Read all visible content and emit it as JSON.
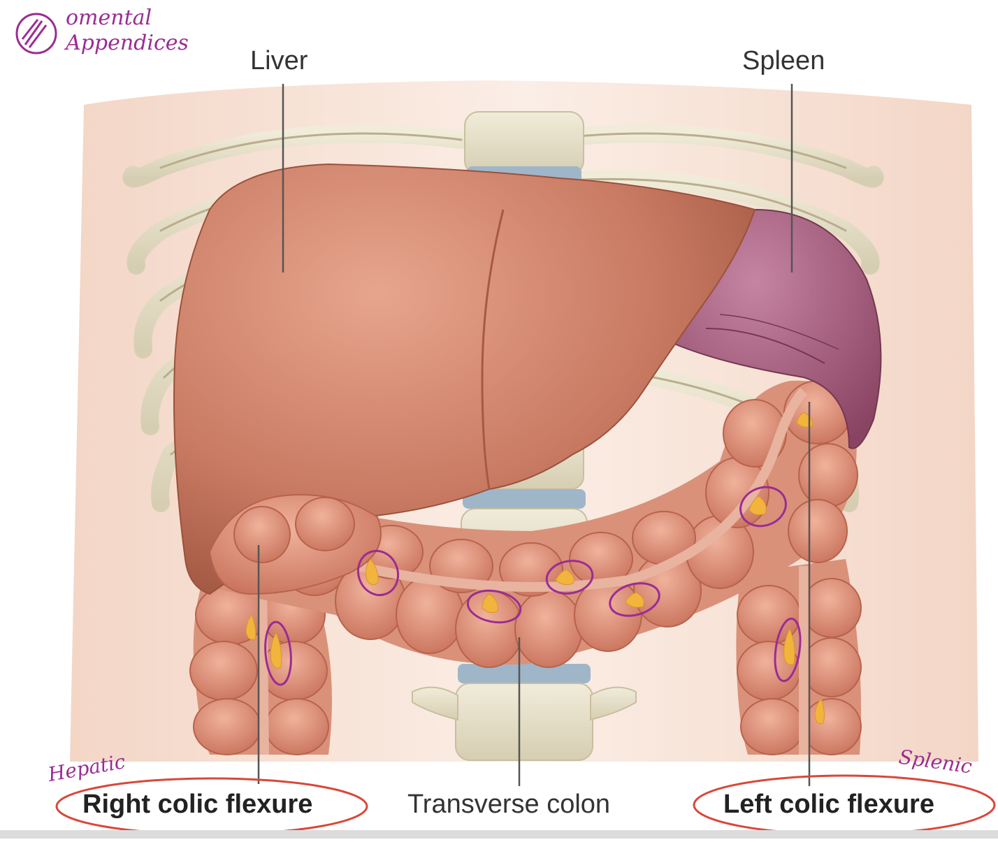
{
  "labels": {
    "liver": "Liver",
    "spleen": "Spleen",
    "right_colic_flexure": "Right colic flexure",
    "transverse_colon": "Transverse colon",
    "left_colic_flexure": "Left colic flexure"
  },
  "annotations": {
    "omental_line1": "omental",
    "omental_line2": "Appendices",
    "hepatic": "Hepatic",
    "splenic": "Splenic"
  },
  "colors": {
    "liver": "#c97a62",
    "spleen": "#a05a78",
    "colon": "#d9917a",
    "bone": "#e8e2cc",
    "disc": "#9fb6c9",
    "fat": "#f2b43c",
    "pen_purple": "#9b2c93",
    "pen_red": "#d9473a",
    "skin": "#f7e3d6"
  }
}
